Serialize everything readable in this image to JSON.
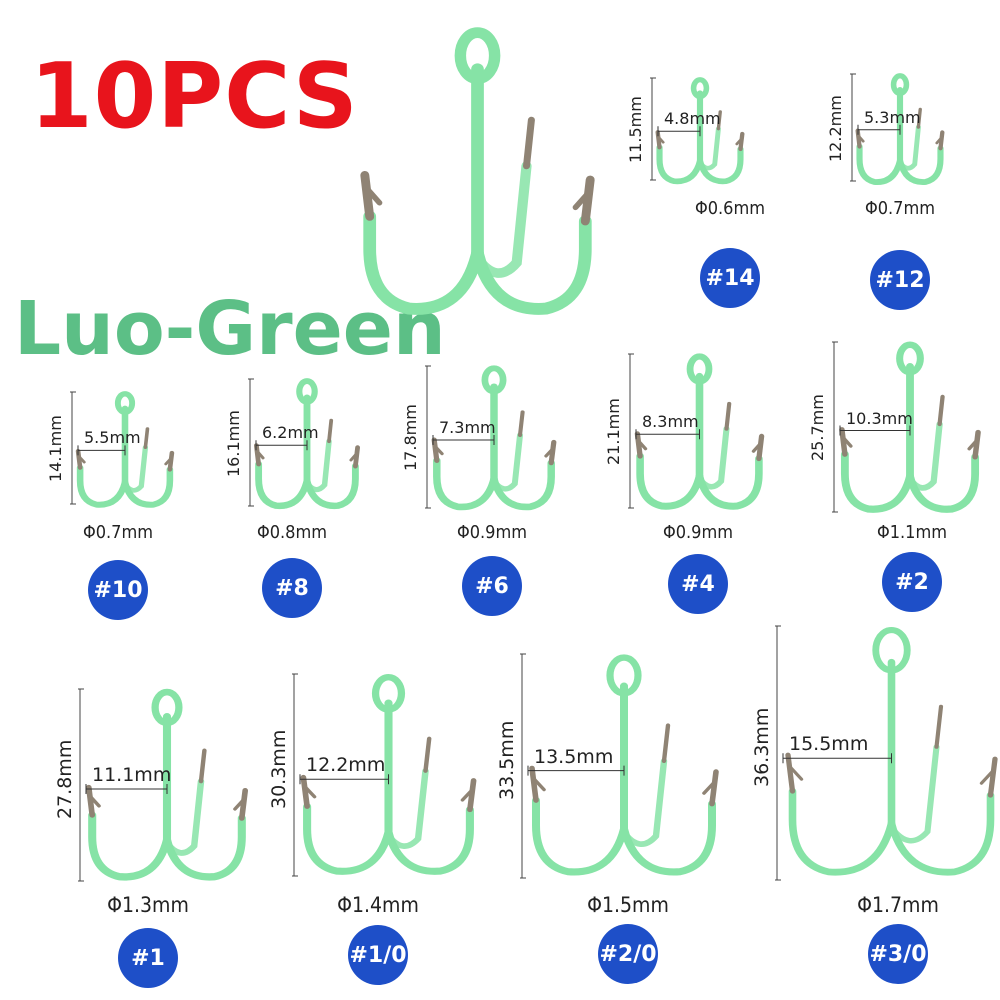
{
  "headline": "10PCS",
  "color_name": "Luo-Green",
  "colors": {
    "headline": "#e8141c",
    "color_name": "#5cbf86",
    "hook_coat": "#86e3a6",
    "hook_tip": "#8f8374",
    "badge": "#1e4fc8"
  },
  "hero_icon": "treble-hook-icon",
  "hooks": [
    {
      "size": "#14",
      "height": "11.5mm",
      "gap": "4.8mm",
      "wire": "Φ0.6mm"
    },
    {
      "size": "#12",
      "height": "12.2mm",
      "gap": "5.3mm",
      "wire": "Φ0.7mm"
    },
    {
      "size": "#10",
      "height": "14.1mm",
      "gap": "5.5mm",
      "wire": "Φ0.7mm"
    },
    {
      "size": "#8",
      "height": "16.1mm",
      "gap": "6.2mm",
      "wire": "Φ0.8mm"
    },
    {
      "size": "#6",
      "height": "17.8mm",
      "gap": "7.3mm",
      "wire": "Φ0.9mm"
    },
    {
      "size": "#4",
      "height": "21.1mm",
      "gap": "8.3mm",
      "wire": "Φ0.9mm"
    },
    {
      "size": "#2",
      "height": "25.7mm",
      "gap": "10.3mm",
      "wire": "Φ1.1mm"
    },
    {
      "size": "#1",
      "height": "27.8mm",
      "gap": "11.1mm",
      "wire": "Φ1.3mm"
    },
    {
      "size": "#1/0",
      "height": "30.3mm",
      "gap": "12.2mm",
      "wire": "Φ1.4mm"
    },
    {
      "size": "#2/0",
      "height": "33.5mm",
      "gap": "13.5mm",
      "wire": "Φ1.5mm"
    },
    {
      "size": "#3/0",
      "height": "36.3mm",
      "gap": "15.5mm",
      "wire": "Φ1.7mm"
    }
  ]
}
